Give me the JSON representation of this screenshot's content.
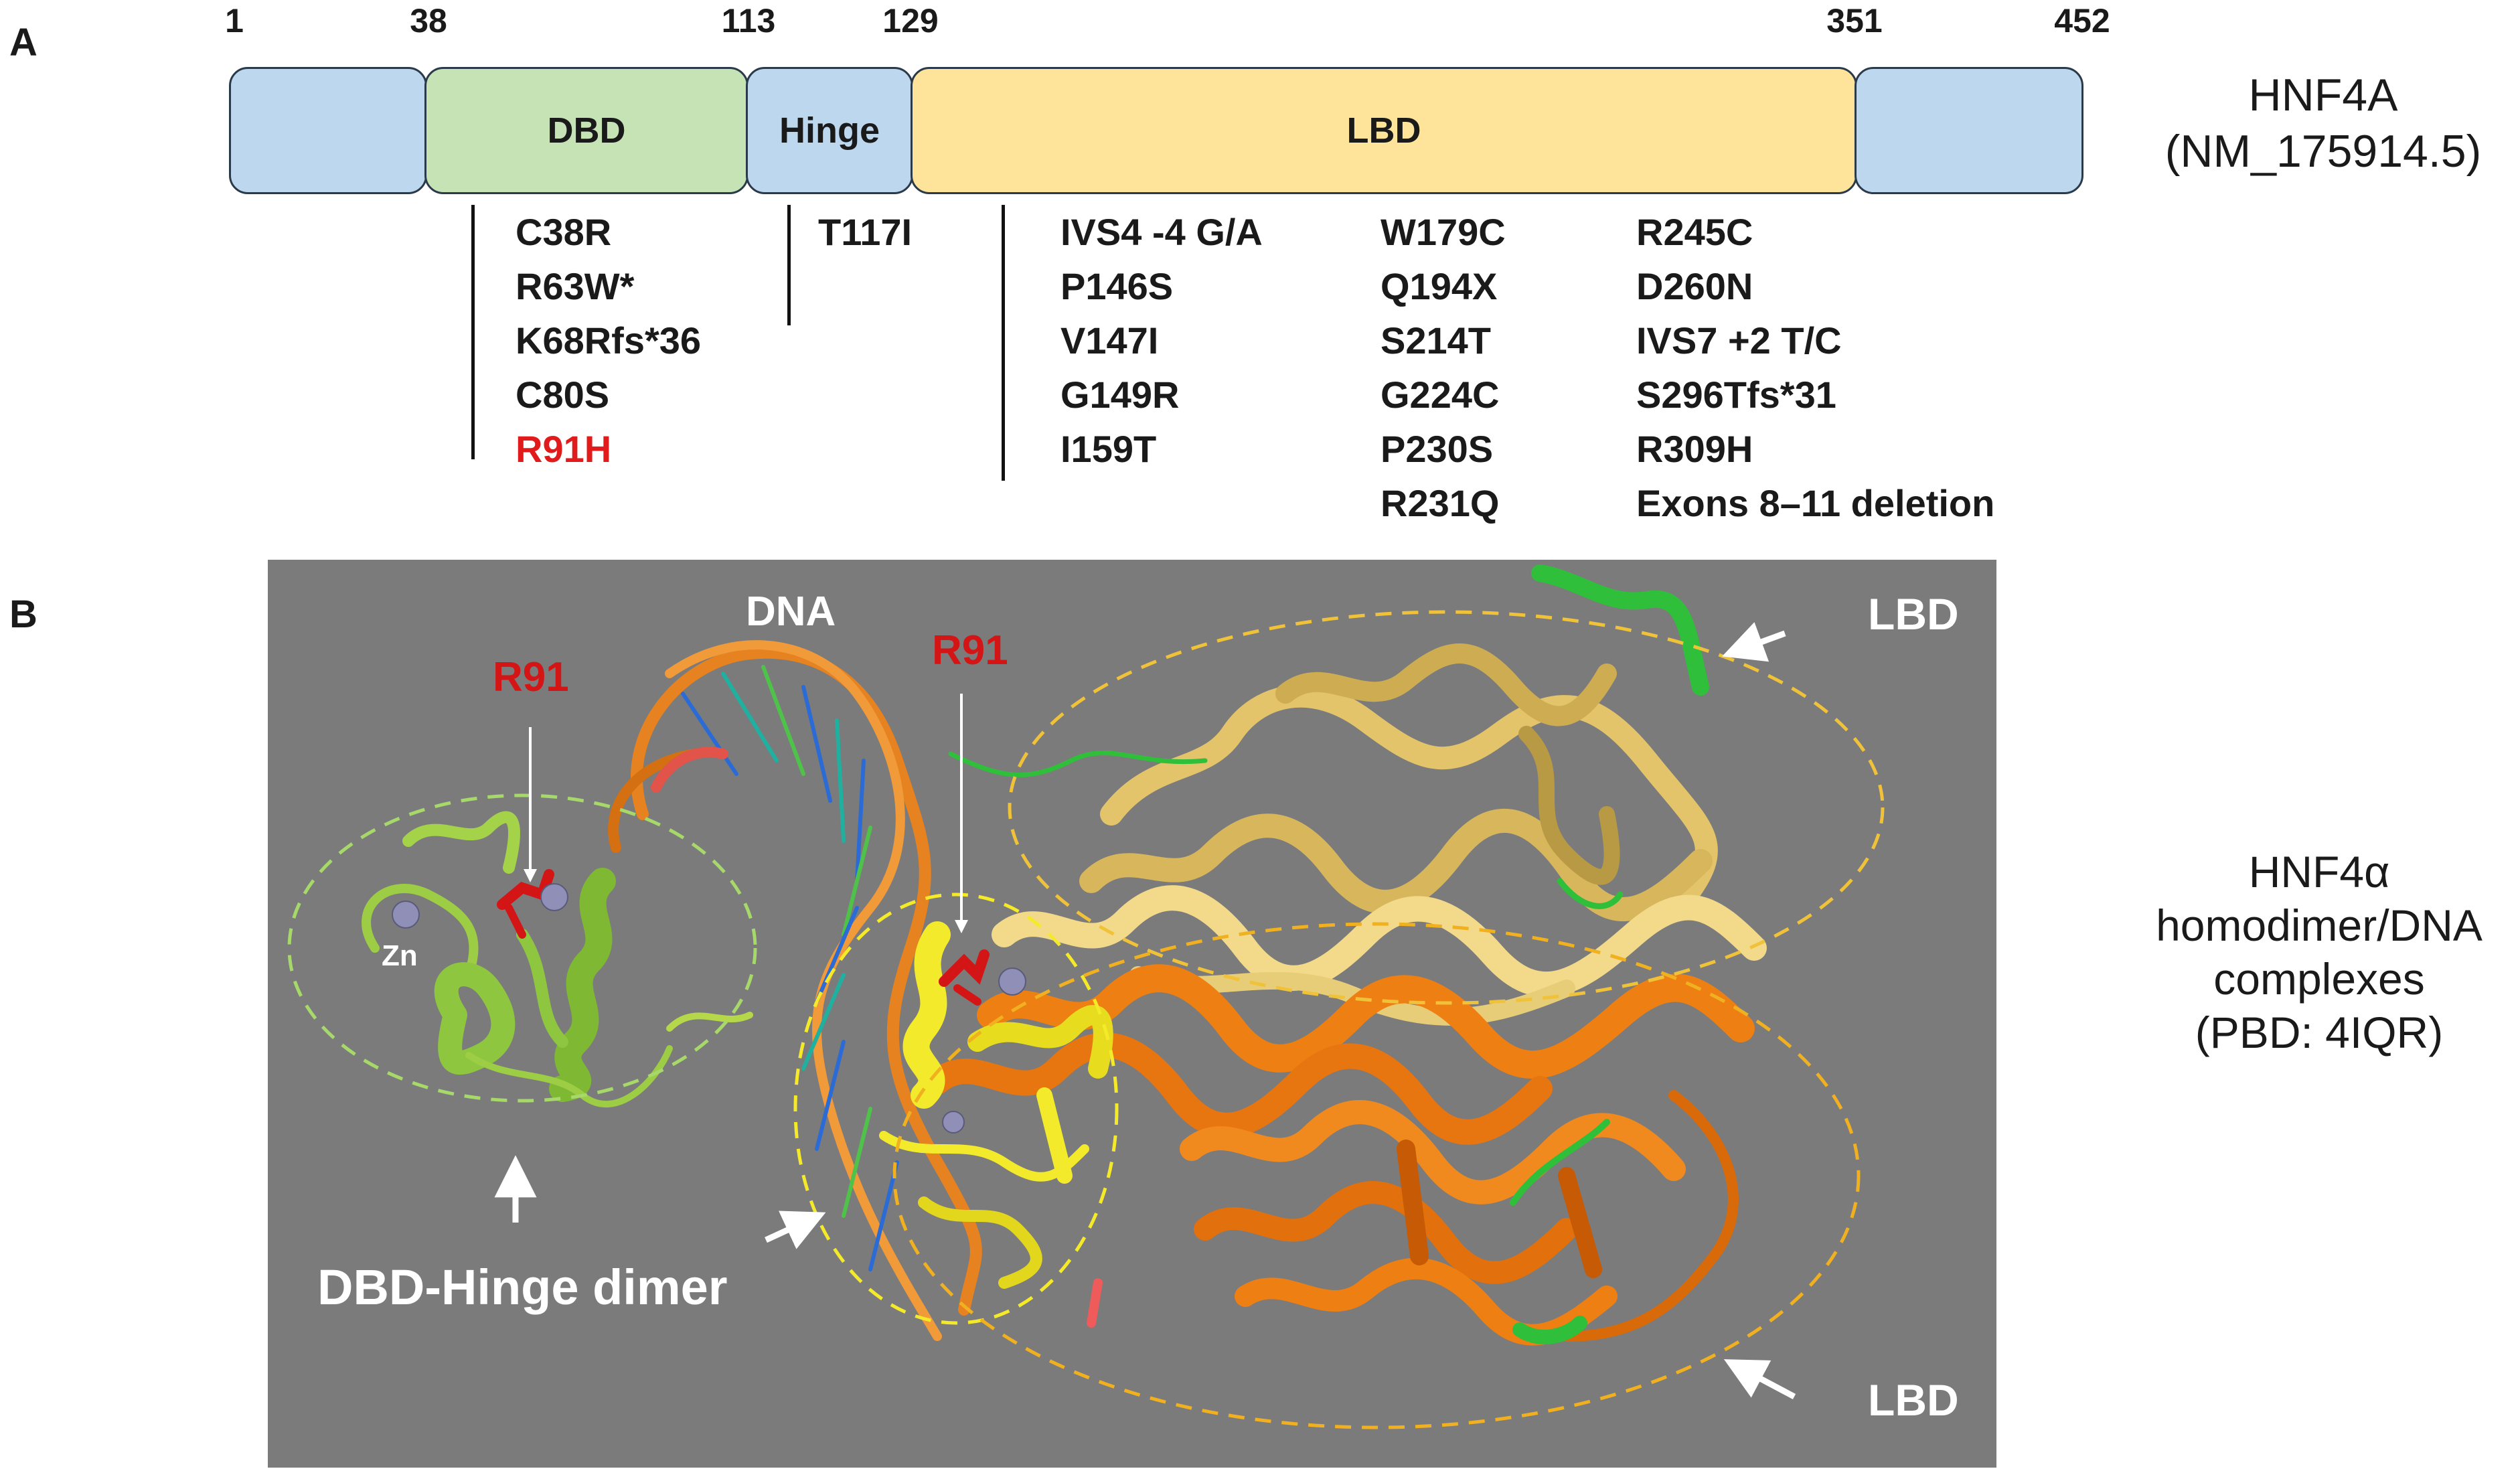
{
  "panel_a": {
    "letter": "A",
    "positions": [
      "1",
      "38",
      "113",
      "129",
      "351",
      "452"
    ],
    "domains": {
      "dbd": "DBD",
      "hinge": "Hinge",
      "lbd": "LBD"
    },
    "gene": {
      "name": "HNF4A",
      "accession": "(NM_175914.5)"
    },
    "colors": {
      "terminal": "#bcd7ee",
      "dbd": "#c5e3b4",
      "hinge": "#bcd7ee",
      "lbd": "#fde49a",
      "highlight": "#e11b1b"
    },
    "mutations": {
      "dbd": [
        "C38R",
        "R63W*",
        "K68Rfs*36",
        "C80S",
        "R91H"
      ],
      "hinge": [
        "T117I"
      ],
      "lbd_col1": [
        "IVS4 -4 G/A",
        "P146S",
        "V147I",
        "G149R",
        "I159T"
      ],
      "lbd_col2": [
        "W179C",
        "Q194X",
        "S214T",
        "G224C",
        "P230S",
        "R231Q"
      ],
      "lbd_col3": [
        "R245C",
        "D260N",
        "IVS7 +2 T/C",
        "S296Tfs*31",
        "R309H",
        "Exons 8–11 deletion"
      ]
    }
  },
  "panel_b": {
    "letter": "B",
    "labels": {
      "dna": "DNA",
      "r91_left": "R91",
      "r91_mid": "R91",
      "zn": "Zn",
      "lbd_top": "LBD",
      "lbd_bottom": "LBD",
      "dimer": "DBD-Hinge dimer"
    },
    "complex_caption": [
      "HNF4α",
      "homodimer/DNA",
      "complexes",
      "(PBD: 4IQR)"
    ],
    "colors": {
      "background": "#7b7b7b",
      "dbd_left": "#8fc63f",
      "dbd_mid": "#f2ea2a",
      "lbd_top": "#e3c46a",
      "lbd_bottom": "#ee7f12",
      "dna": "#e6821f",
      "ligand": "#2fbf3a",
      "residue": "#d41515",
      "zinc": "#8f8fb8"
    }
  }
}
